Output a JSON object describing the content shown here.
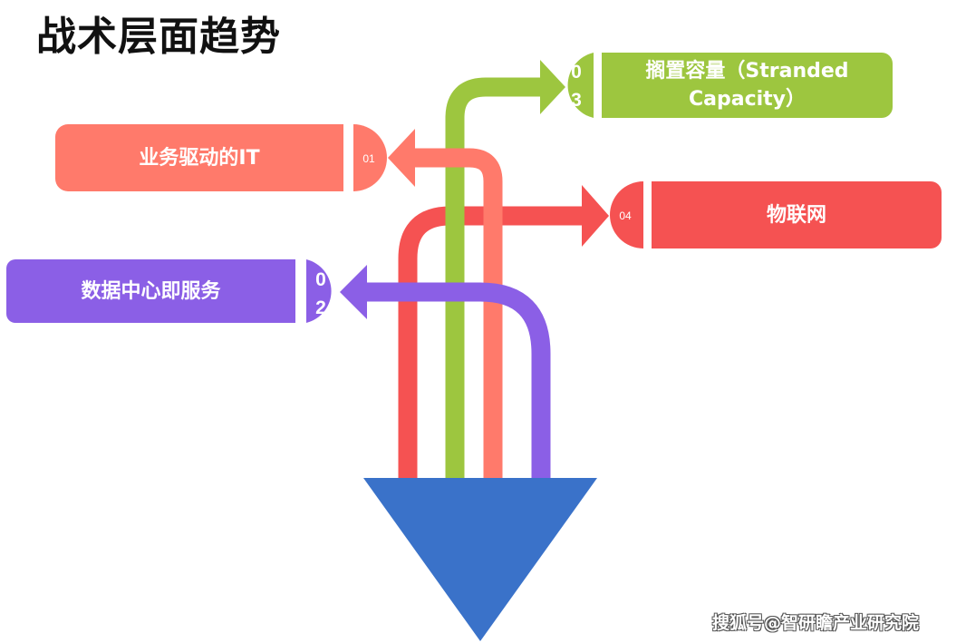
{
  "title": "战术层面趋势",
  "items": [
    {
      "number": "01",
      "label": "业务驱动的IT",
      "color": "#FF7A6B"
    },
    {
      "number_line1": "0",
      "number_line2": "2",
      "label": "数据中心即服务",
      "color": "#8B5FE6"
    },
    {
      "number_line1": "0",
      "number_line2": "3",
      "label": "搁置容量（Stranded Capacity）",
      "color": "#9DC63F"
    },
    {
      "number": "04",
      "label": "物联网",
      "color": "#F55252"
    }
  ],
  "funnel_color": "#3A72C9",
  "watermark": "搜狐号@智研瞻产业研究院"
}
